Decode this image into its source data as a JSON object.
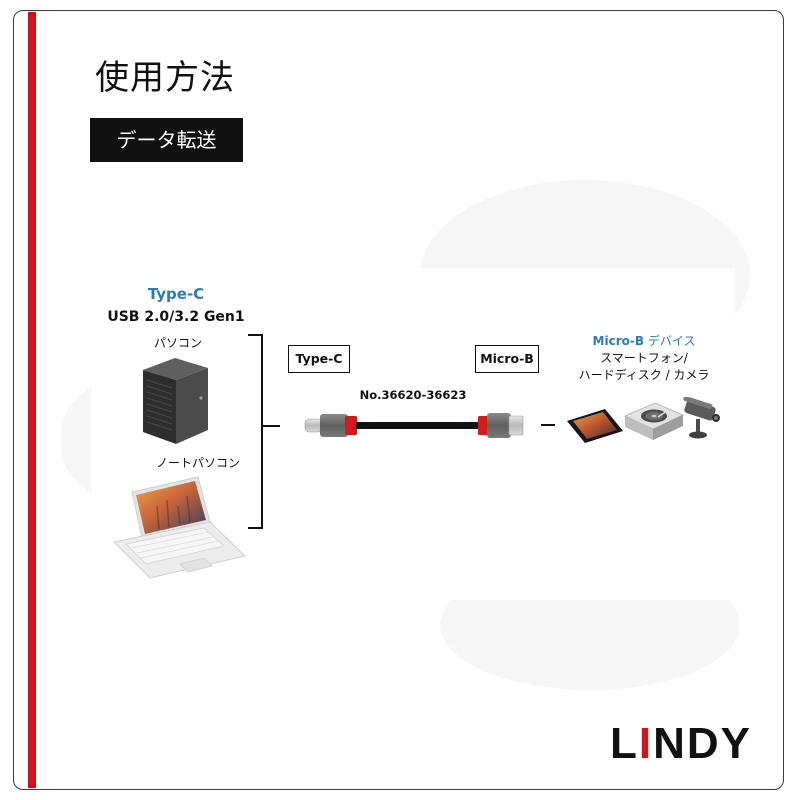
{
  "title": "使用方法",
  "badge": "データ転送",
  "source": {
    "type": "Type-C",
    "spec": "USB 2.0/3.2 Gen1",
    "devices": [
      "パソコン",
      "ノートパソコン"
    ]
  },
  "cable": {
    "left_end": "Type-C",
    "right_end": "Micro-B",
    "model": "No.36620-36623"
  },
  "target": {
    "type": "Micro-B",
    "type_suffix": "デバイス",
    "line1": "スマートフォン/",
    "line2": "ハードディスク / カメラ"
  },
  "logo": {
    "parts": [
      "L",
      "I",
      "NDY"
    ]
  },
  "illustrations": [
    "desktop-pc-icon",
    "laptop-icon",
    "usb-cable-icon",
    "tablet-icon",
    "hard-drive-icon",
    "camera-icon"
  ],
  "colors": {
    "accent_red": "#d2111d",
    "accent_blue": "#2b7bb9",
    "badge_bg": "#111111"
  }
}
